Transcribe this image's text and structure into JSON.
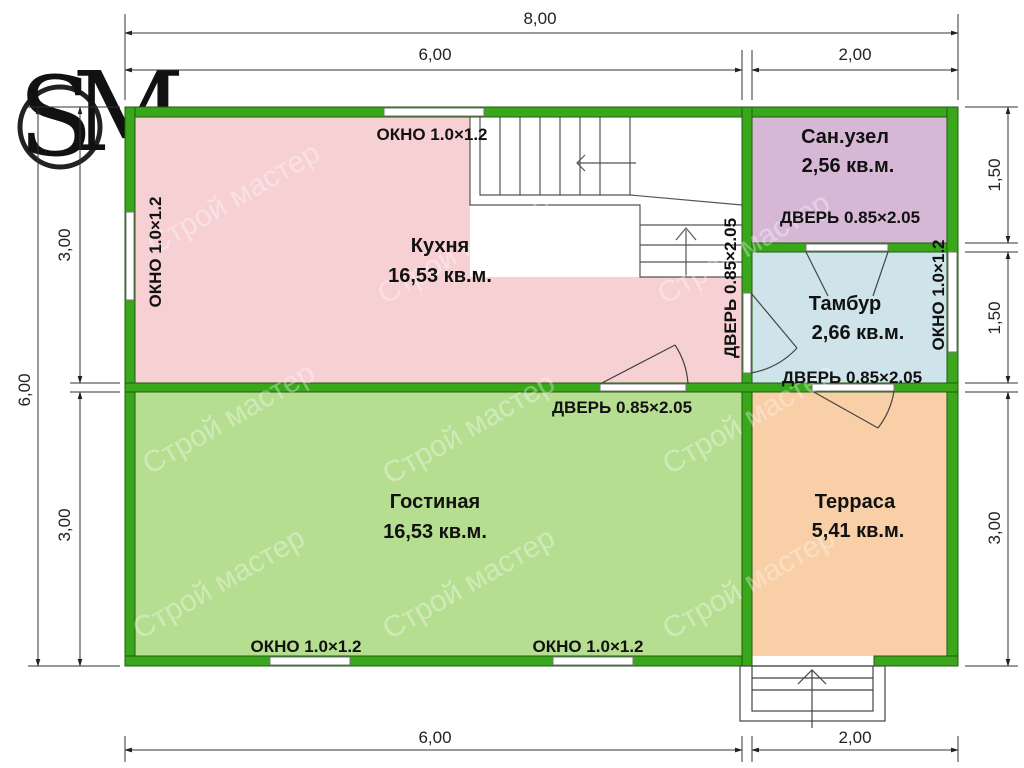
{
  "dimensions": {
    "top_total": "8,00",
    "top_left": "6,00",
    "top_right": "2,00",
    "bottom_left": "6,00",
    "bottom_right": "2,00",
    "left_total": "6,00",
    "left_upper": "3,00",
    "left_lower": "3,00",
    "right_a": "1,50",
    "right_b": "1,50",
    "right_c": "3,00"
  },
  "rooms": {
    "kitchen": {
      "name": "Кухня",
      "area": "16,53 кв.м."
    },
    "living": {
      "name": "Гостиная",
      "area": "16,53 кв.м."
    },
    "bath": {
      "name": "Сан.узел",
      "area": "2,56 кв.м."
    },
    "vestibule": {
      "name": "Тамбур",
      "area": "2,66 кв.м."
    },
    "terrace": {
      "name": "Терраса",
      "area": "5,41 кв.м."
    }
  },
  "openings": {
    "window_top": "ОКНО 1.0×1.2",
    "window_left": "ОКНО 1.0×1.2",
    "window_right": "ОКНО 1.0×1.2",
    "window_bottom_1": "ОКНО 1.0×1.2",
    "window_bottom_2": "ОКНО 1.0×1.2",
    "door_kitchen_living": "ДВЕРЬ 0.85×2.05",
    "door_kitchen_vestibule": "ДВЕРЬ 0.85×2.05",
    "door_bath": "ДВЕРЬ 0.85×2.05",
    "door_terrace": "ДВЕРЬ 0.85×2.05"
  },
  "watermark": "Строй мастер",
  "colors": {
    "wall": "#3aa61b",
    "kitchen": "#f6d0d3",
    "living": "#b6de91",
    "bath": "#d6b8d6",
    "vestibule": "#cfe3ea",
    "terrace": "#f8cfa6"
  }
}
